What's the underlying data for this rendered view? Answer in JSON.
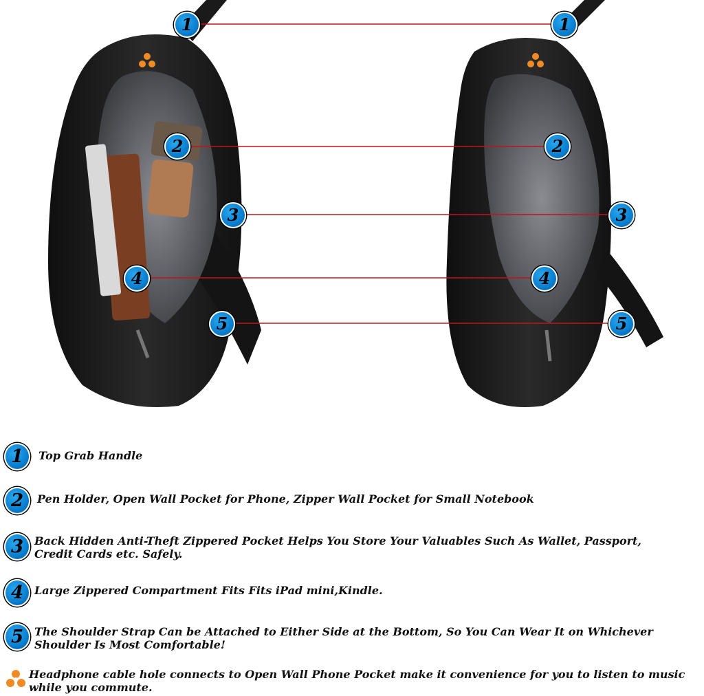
{
  "features": [
    {
      "number": "1",
      "text": "Top Grab Handle"
    },
    {
      "number": "2",
      "text": "Pen Holder, Open Wall Pocket for Phone, Zipper Wall Pocket for Small Notebook"
    },
    {
      "number": "3",
      "text": "Back Hidden Anti-Theft Zippered Pocket Helps You Store Your Valuables Such As Wallet, Passport, Credit Cards etc. Safely."
    },
    {
      "number": "4",
      "text": "Large Zippered Compartment Fits  Fits iPad mini,Kindle."
    },
    {
      "number": "5",
      "text": "The Shoulder Strap Can be Attached to Either Side at the Bottom, So You Can Wear It on Whichever Shoulder Is Most Comfortable!"
    }
  ],
  "headphone_note": "Headphone cable hole connects to Open Wall Phone Pocket make it convenience for you to listen to music while you commute.",
  "colors": {
    "badge": "#0a7fd0",
    "callout_line": "#c0141c",
    "accent_icon": "#f08a24",
    "bag": "#1c1c1c"
  },
  "icons": [
    "headphone-hole-icon"
  ]
}
